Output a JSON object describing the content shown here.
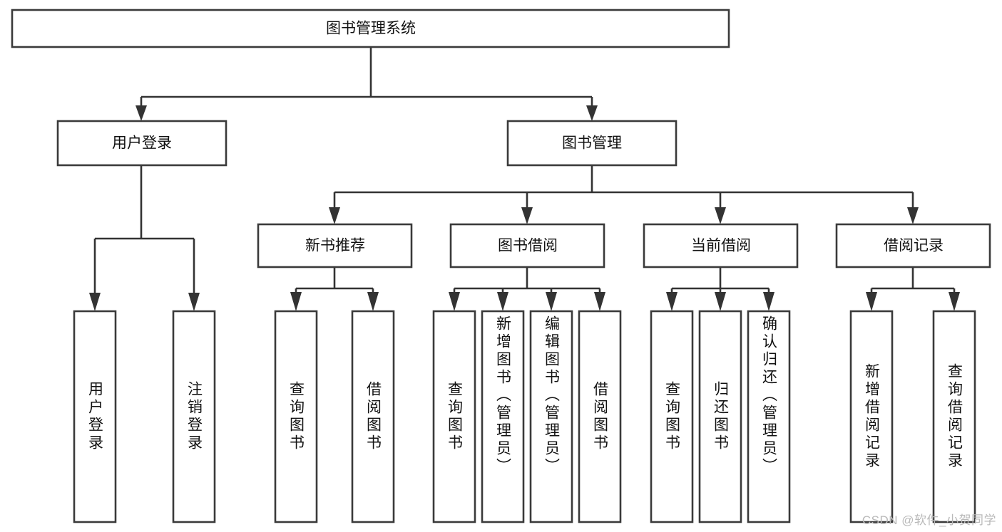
{
  "diagram": {
    "type": "tree-hierarchy",
    "title": "图书管理系统",
    "watermark": "CSDN @软件_小贺同学",
    "colors": {
      "box_stroke": "#3a3a3a",
      "box_fill": "#ffffff",
      "connector": "#333333",
      "text": "#111111",
      "watermark": "#b9b9b9",
      "background": "#ffffff"
    },
    "levels": {
      "root": {
        "label": "图书管理系统"
      },
      "level2": [
        {
          "label": "用户登录"
        },
        {
          "label": "图书管理"
        }
      ],
      "level3": [
        {
          "label": "新书推荐"
        },
        {
          "label": "图书借阅"
        },
        {
          "label": "当前借阅"
        },
        {
          "label": "借阅记录"
        }
      ],
      "leaves": {
        "user_login": [
          {
            "label": "用户登录"
          },
          {
            "label": "注销登录"
          }
        ],
        "new_book_recommend": [
          {
            "label": "查询图书"
          },
          {
            "label": "借阅图书"
          }
        ],
        "book_borrow": [
          {
            "label": "查询图书"
          },
          {
            "label": "新增图书（管理员）"
          },
          {
            "label": "编辑图书（管理员）"
          },
          {
            "label": "借阅图书"
          }
        ],
        "current_borrow": [
          {
            "label": "查询图书"
          },
          {
            "label": "归还图书"
          },
          {
            "label": "确认归还（管理员）"
          }
        ],
        "borrow_records": [
          {
            "label": "新增借阅记录"
          },
          {
            "label": "查询借阅记录"
          }
        ]
      }
    }
  }
}
